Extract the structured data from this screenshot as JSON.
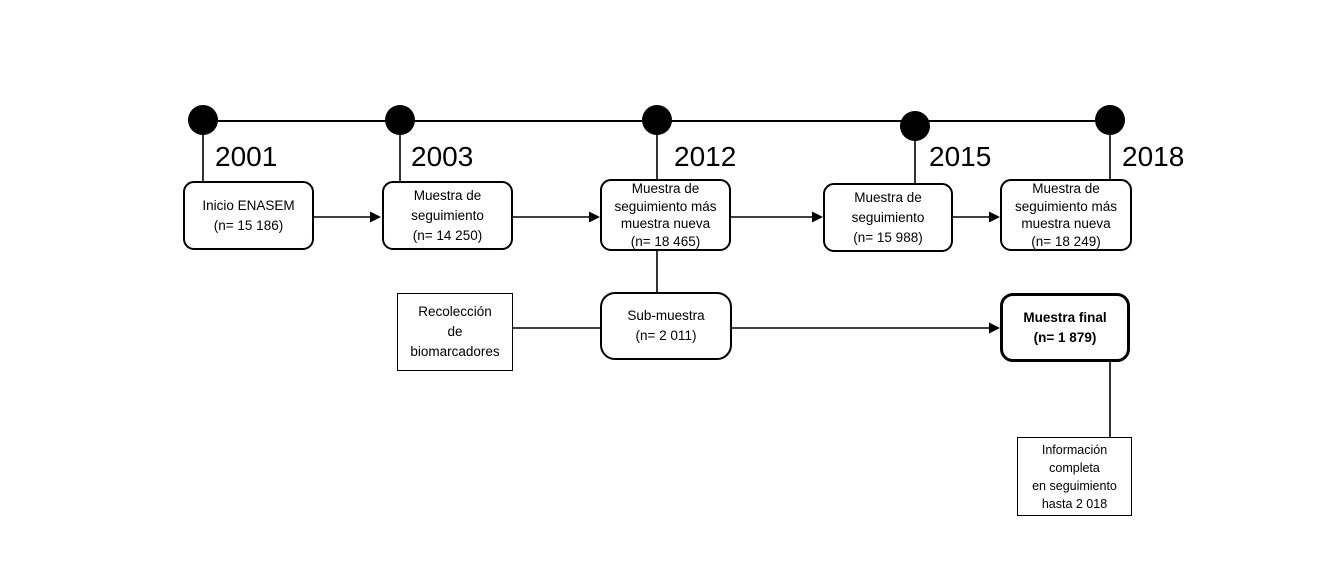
{
  "colors": {
    "background": "#ffffff",
    "ink": "#000000"
  },
  "timeline": {
    "years": [
      "2001",
      "2003",
      "2012",
      "2015",
      "2018"
    ]
  },
  "boxes": {
    "inicio": {
      "lines": [
        "Inicio ENASEM",
        "(n= 15 186)"
      ]
    },
    "seg2003": {
      "lines": [
        "Muestra de",
        "seguimiento",
        "(n= 14 250)"
      ]
    },
    "seg2012": {
      "lines": [
        "Muestra de",
        "seguimiento más",
        "muestra nueva",
        "(n= 18 465)"
      ]
    },
    "seg2015": {
      "lines": [
        "Muestra de",
        "seguimiento",
        "(n= 15 988)"
      ]
    },
    "seg2018": {
      "lines": [
        "Muestra de",
        "seguimiento más",
        "muestra nueva",
        "(n= 18 249)"
      ]
    },
    "biomarcadores": {
      "lines": [
        "Recolección",
        "de",
        "biomarcadores"
      ]
    },
    "submuestra": {
      "lines": [
        "Sub-muestra",
        "(n= 2 011)"
      ]
    },
    "muestra_final": {
      "lines": [
        "Muestra final",
        "(n= 1 879)"
      ]
    },
    "info_completa": {
      "lines": [
        "Información",
        "completa",
        "en seguimiento",
        "hasta 2 018"
      ]
    }
  }
}
